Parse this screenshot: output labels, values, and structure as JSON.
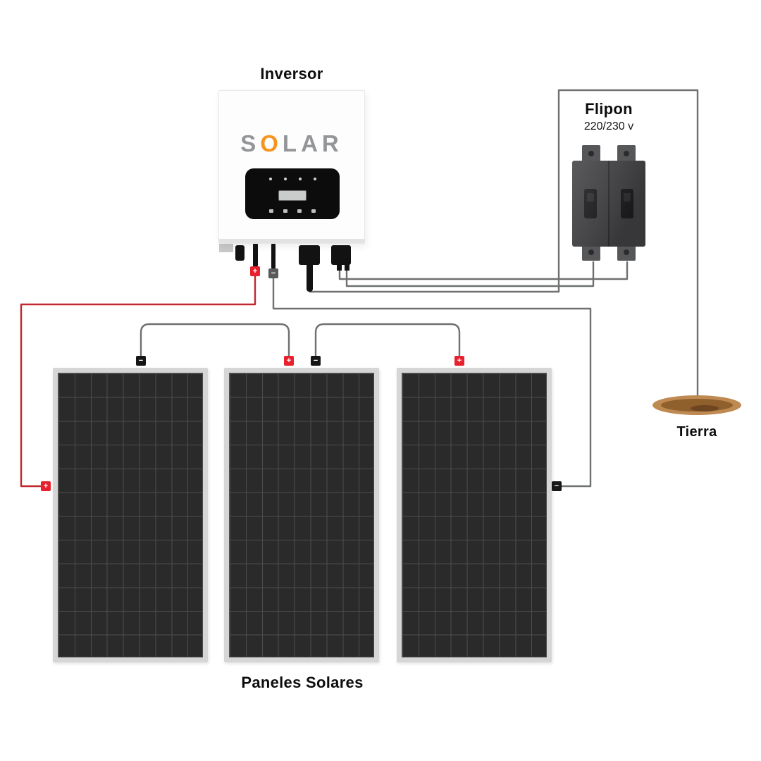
{
  "labels": {
    "inverter": "Inversor",
    "breaker": "Flipon",
    "breaker_voltage": "220/230 v",
    "ground": "Tierra",
    "panels": "Paneles Solares"
  },
  "logo": {
    "prefix": "S",
    "accent": "O",
    "suffix": "LAR"
  },
  "connectors": [
    {
      "id": "inverter-positive",
      "symbol": "+"
    },
    {
      "id": "inverter-negative",
      "symbol": "−"
    },
    {
      "id": "panel1-positive",
      "symbol": "+"
    },
    {
      "id": "panel1-negative",
      "symbol": "−"
    },
    {
      "id": "panel2-positive",
      "symbol": "+"
    },
    {
      "id": "panel2-negative",
      "symbol": "−"
    },
    {
      "id": "panel3-positive",
      "symbol": "+"
    },
    {
      "id": "panel3-negative",
      "symbol": "−"
    }
  ],
  "colors": {
    "wire_positive": "#c1272d",
    "wire_neutral": "#6f7072",
    "connector_positive": "#e8212e",
    "connector_negative": "#161616",
    "inverter_negative_terminal": "#58595b",
    "logo_base": "#939598",
    "logo_accent": "#f7941d",
    "panel_cell": "#2a2a2a",
    "panel_grid": "#4d4d4d",
    "panel_frame": "#d6d6d6",
    "breaker_body": "#3f3f41",
    "ground_outer": "#bf8a52",
    "ground_inner": "#8f5f2c"
  }
}
